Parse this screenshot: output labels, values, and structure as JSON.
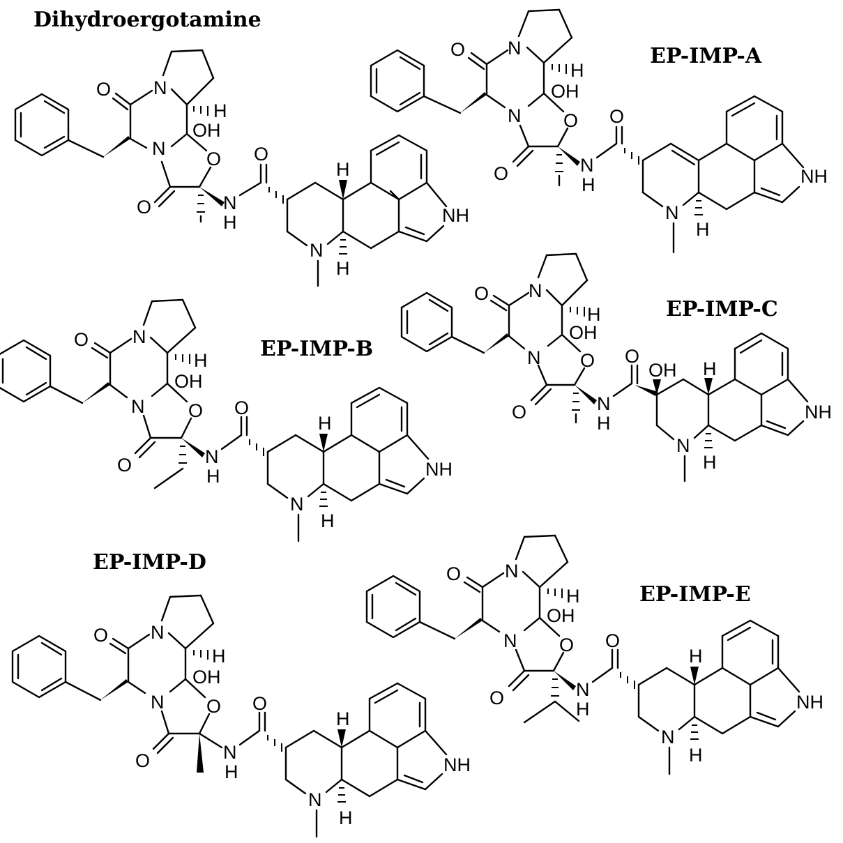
{
  "compounds": [
    {
      "key": "dhe",
      "name": "Dihydroergotamine"
    },
    {
      "key": "a",
      "name": "EP-IMP-A"
    },
    {
      "key": "b",
      "name": "EP-IMP-B"
    },
    {
      "key": "c",
      "name": "EP-IMP-C"
    },
    {
      "key": "d",
      "name": "EP-IMP-D"
    },
    {
      "key": "e",
      "name": "EP-IMP-E"
    }
  ],
  "atoms": {
    "O": "O",
    "N": "N",
    "H": "H",
    "OH": "OH",
    "NH": "NH"
  }
}
